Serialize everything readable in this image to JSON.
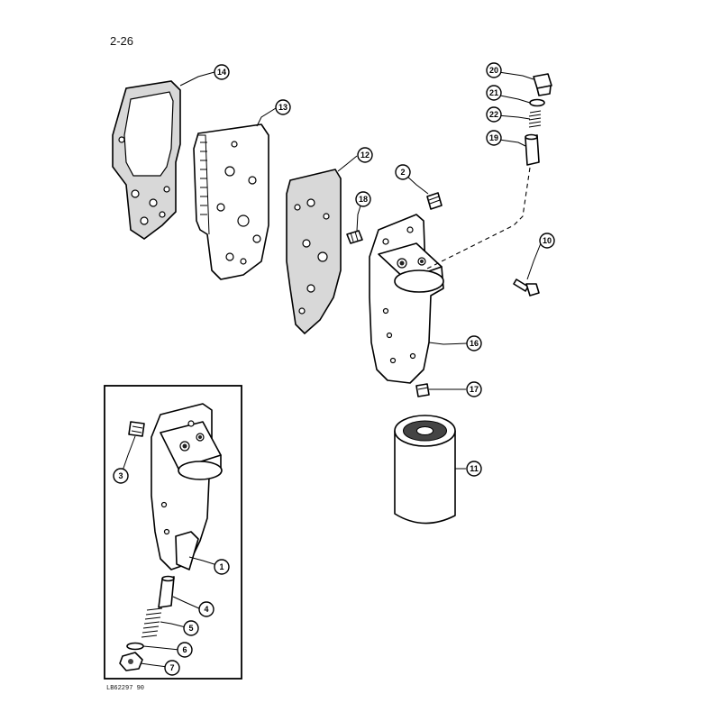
{
  "page": {
    "page_number": "2-26",
    "figure_id": "LB62297 90"
  },
  "callouts": [
    {
      "id": "c1",
      "label": "1"
    },
    {
      "id": "c2",
      "label": "2"
    },
    {
      "id": "c3",
      "label": "3"
    },
    {
      "id": "c4",
      "label": "4"
    },
    {
      "id": "c5",
      "label": "5"
    },
    {
      "id": "c6",
      "label": "6"
    },
    {
      "id": "c7",
      "label": "7"
    },
    {
      "id": "c10",
      "label": "10"
    },
    {
      "id": "c11",
      "label": "11"
    },
    {
      "id": "c12",
      "label": "12"
    },
    {
      "id": "c13",
      "label": "13"
    },
    {
      "id": "c14",
      "label": "14"
    },
    {
      "id": "c16",
      "label": "16"
    },
    {
      "id": "c17",
      "label": "17"
    },
    {
      "id": "c18",
      "label": "18"
    },
    {
      "id": "c19",
      "label": "19"
    },
    {
      "id": "c20",
      "label": "20"
    },
    {
      "id": "c21",
      "label": "21"
    },
    {
      "id": "c22",
      "label": "22"
    }
  ]
}
